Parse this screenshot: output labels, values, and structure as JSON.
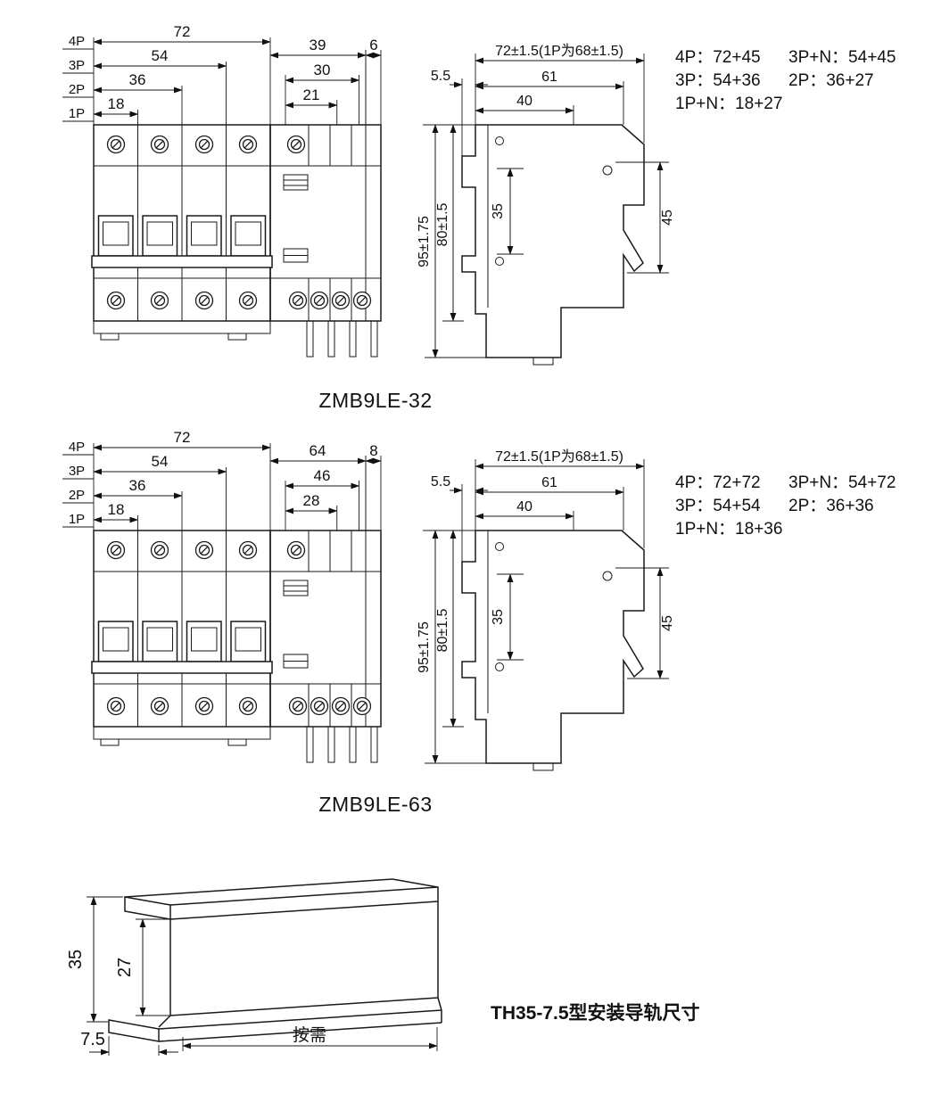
{
  "figures": {
    "fig32": {
      "title": "ZMB9LE-32",
      "front": {
        "poles": [
          {
            "label": "4P",
            "value": "72"
          },
          {
            "label": "3P",
            "value": "54"
          },
          {
            "label": "2P",
            "value": "36"
          },
          {
            "label": "1P",
            "value": "18"
          }
        ],
        "module": {
          "width": "39",
          "cap": "6",
          "inner_width": "30",
          "inner_small": "21"
        }
      },
      "side": {
        "depth_total": "72±1.5(1P为68±1.5)",
        "front_step": "5.5",
        "depth_to_rail": "61",
        "depth_front": "40",
        "height_total": "95±1.75",
        "height_body": "80±1.5",
        "hole_pitch": "35",
        "rear_height": "45"
      },
      "notes": [
        [
          "4P：72+45",
          "3P+N：54+45"
        ],
        [
          "3P：54+36",
          "2P：36+27"
        ],
        [
          "1P+N：18+27"
        ]
      ]
    },
    "fig63": {
      "title": "ZMB9LE-63",
      "front": {
        "poles": [
          {
            "label": "4P",
            "value": "72"
          },
          {
            "label": "3P",
            "value": "54"
          },
          {
            "label": "2P",
            "value": "36"
          },
          {
            "label": "1P",
            "value": "18"
          }
        ],
        "module": {
          "width": "64",
          "cap": "8",
          "inner_width": "46",
          "inner_small": "28"
        }
      },
      "side": {
        "depth_total": "72±1.5(1P为68±1.5)",
        "front_step": "5.5",
        "depth_to_rail": "61",
        "depth_front": "40",
        "height_total": "95±1.75",
        "height_body": "80±1.5",
        "hole_pitch": "35",
        "rear_height": "45"
      },
      "notes": [
        [
          "4P：72+72",
          "3P+N：54+72"
        ],
        [
          "3P：54+54",
          "2P：36+36"
        ],
        [
          "1P+N：18+36"
        ]
      ]
    },
    "rail": {
      "title": "TH35-7.5型安装导轨尺寸",
      "height": "35",
      "inner_height": "27",
      "depth": "7.5",
      "length_label": "按需"
    }
  }
}
